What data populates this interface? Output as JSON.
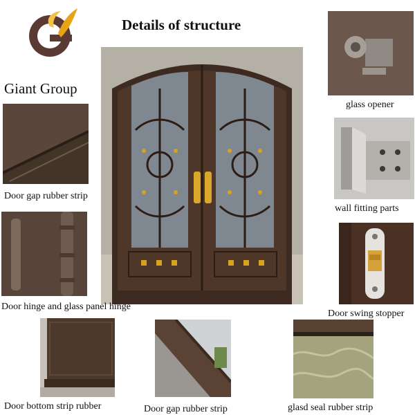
{
  "brand": {
    "name": "Giant Group",
    "logo_icon": "gg-swirl-logo"
  },
  "title": "Details of structure",
  "captions": {
    "glass_opener": "glass opener",
    "gap_strip_left": "Door gap rubber strip",
    "wall_fitting": "wall fitting parts",
    "hinge": "Door hinge and glass panel hinge",
    "swing_stopper": "Door swing stopper",
    "bottom_strip": "Door bottom strip rubber",
    "gap_strip_bottom": "Door gap rubber strip",
    "glass_seal": "glasd seal rubber strip"
  },
  "colors": {
    "bronze": "#4a3428",
    "gold": "#e8a317",
    "logo_brown": "#5b3a34"
  }
}
